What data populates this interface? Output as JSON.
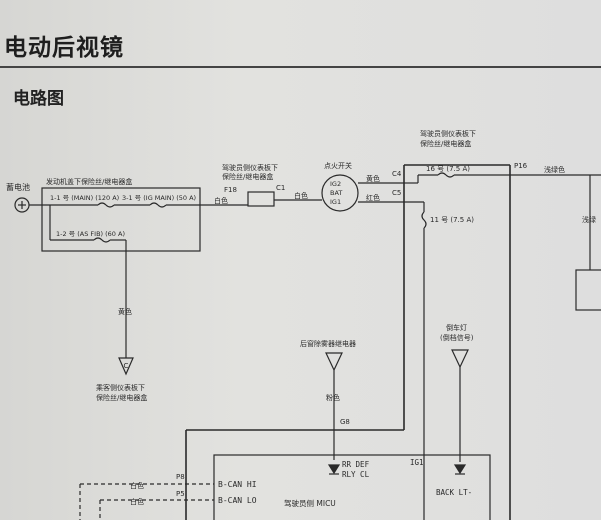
{
  "page": {
    "title": "电动后视镜",
    "section": "电路图"
  },
  "diagram": {
    "battery_label": "蓄电池",
    "under_hood_box": {
      "label": "发动机盖下保险丝/继电器盒",
      "fuse_main": "1-1 号 (MAIN) (120 A)",
      "fuse_ig_main": "3-1 号 (IG MAIN) (50 A)",
      "fuse_as_fib": "1-2 号 (AS FIB) (60 A)"
    },
    "driver_box_1": {
      "label_line1": "驾驶员侧仪表板下",
      "label_line2": "保险丝/继电器盒",
      "pin_in": "F18",
      "pin_out": "C1"
    },
    "wire_white_1": "白色",
    "wire_white_2": "白色",
    "ignition_switch": {
      "label": "点火开关",
      "ig2": "IG2",
      "bat": "BAT",
      "ig1": "IG1"
    },
    "wire_yellow": "黄色",
    "wire_red": "红色",
    "driver_box_2": {
      "label_line1": "驾驶员侧仪表板下",
      "label_line2": "保险丝/继电器盒",
      "pin_c4": "C4",
      "pin_c5": "C5",
      "fuse_16": "16 号 (7.5 A)",
      "fuse_11": "11 号 (7.5 A)",
      "pin_p16": "P16"
    },
    "wire_light_green": "浅绿色",
    "wire_light_green_partial": "浅绿",
    "wire_yellow_vertical": "黄色",
    "passenger_box_ref": {
      "label_line1": "乘客侧仪表板下",
      "label_line2": "保险丝/继电器盒",
      "connector": "C"
    },
    "rear_defog_relay": "后窗除雾器继电器",
    "wire_pink": "粉色",
    "pin_g8": "G8",
    "backup_light": {
      "label_line1": "倒车灯",
      "label_line2": "(倒档信号)"
    },
    "micu": {
      "pin_p8": "P8",
      "pin_p5": "P5",
      "bcan_hi": "B-CAN HI",
      "bcan_lo": "B-CAN LO",
      "rr_def_1": "RR DEF",
      "rr_def_2": "RLY CL",
      "ig1": "IG1",
      "back_lt": "BACK LT-",
      "label": "驾驶员侧 MICU"
    },
    "wire_white_hi": "白色",
    "wire_white_lo": "白色"
  }
}
